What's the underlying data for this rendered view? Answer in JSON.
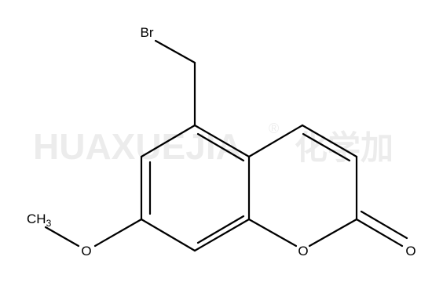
{
  "watermark": {
    "latin": "HUAXUEJIA",
    "registered": "®",
    "cjk": "化学加"
  },
  "atoms": {
    "br": "Br",
    "o_methoxy": "O",
    "o_ring": "O",
    "o_carbonyl": "O",
    "ch3_main": "CH",
    "ch3_sub": "3"
  }
}
